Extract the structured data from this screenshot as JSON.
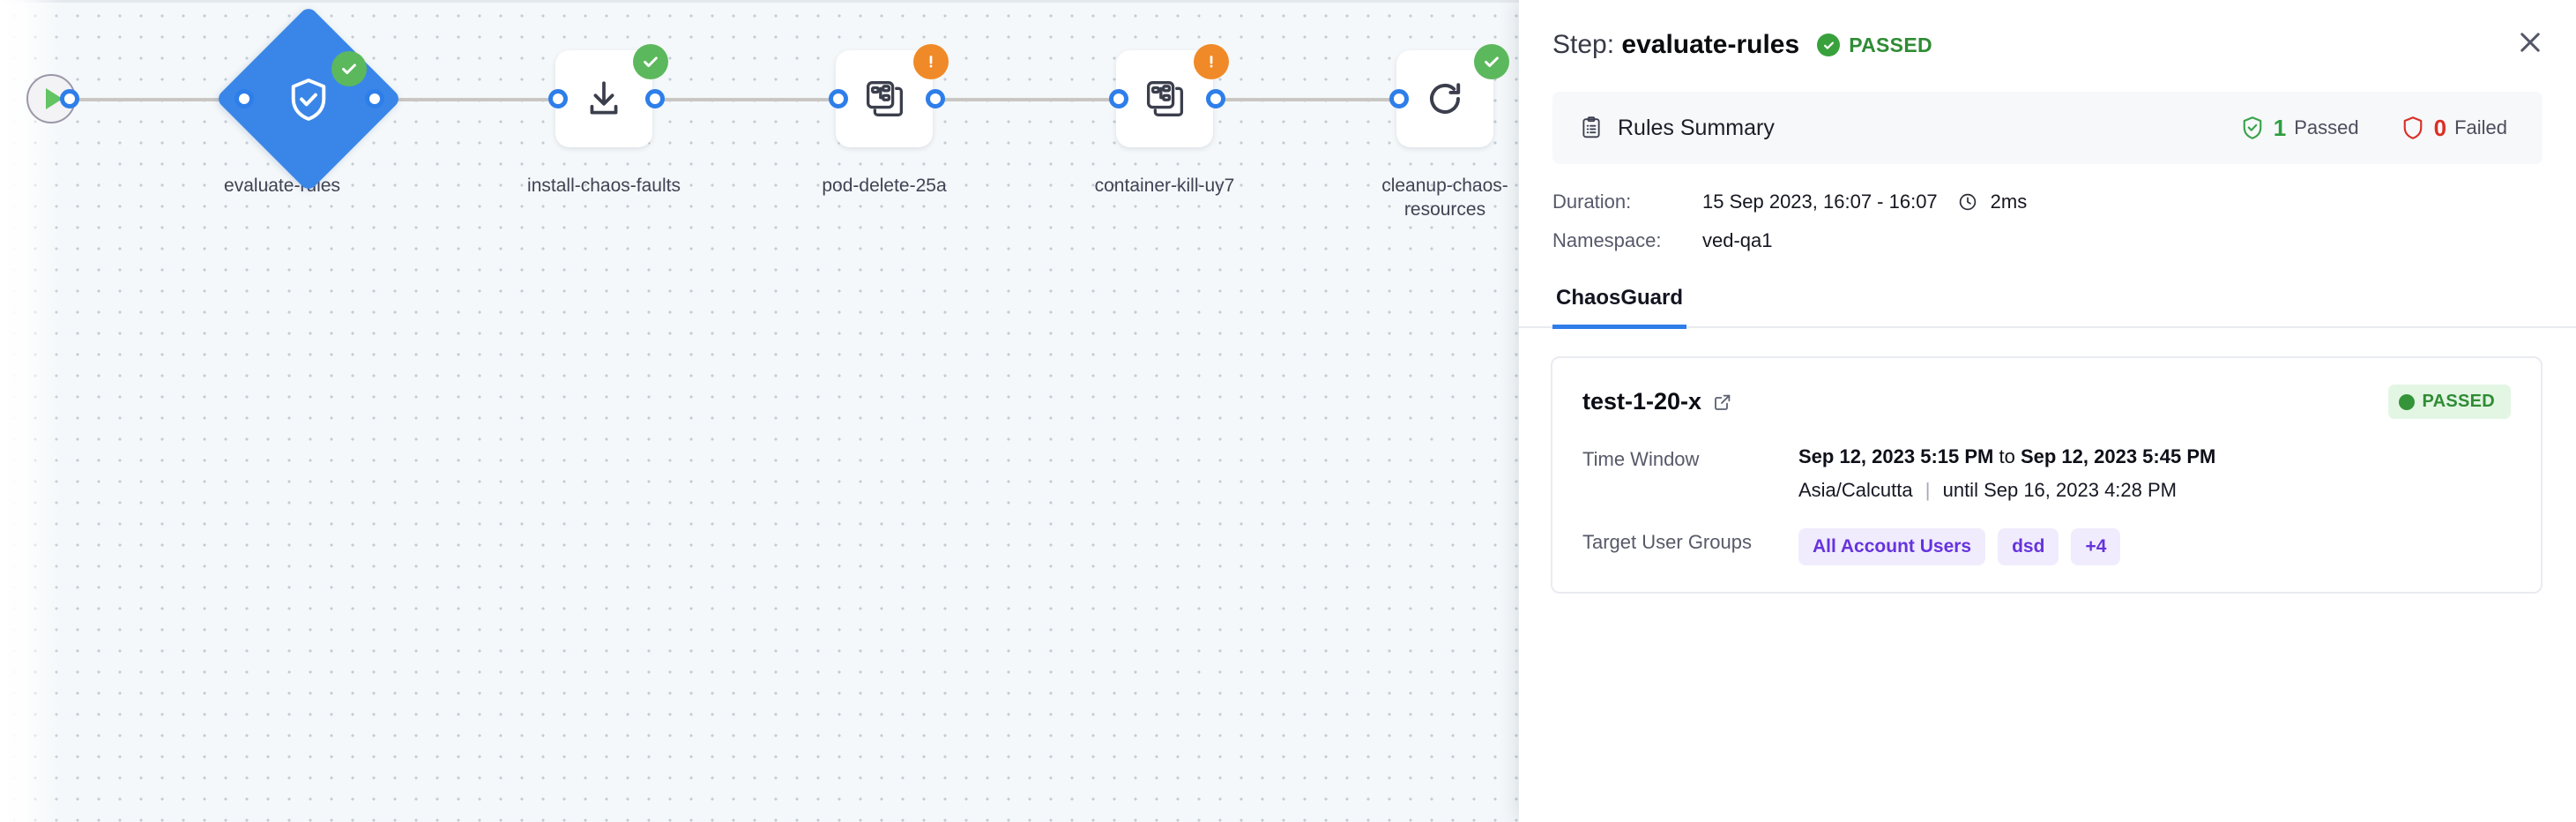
{
  "canvas": {
    "start_node": {
      "icon": "play-icon"
    },
    "nodes": [
      {
        "id": "evaluate-rules",
        "label": "evaluate-rules",
        "shape": "diamond",
        "icon": "shield-check-icon",
        "badge": "success",
        "selected": true
      },
      {
        "id": "install-chaos-faults",
        "label": "install-chaos-faults",
        "shape": "square",
        "icon": "download-icon",
        "badge": "success",
        "selected": false
      },
      {
        "id": "pod-delete-25a",
        "label": "pod-delete-25a",
        "shape": "square",
        "icon": "chaos-fault-icon",
        "badge": "warning",
        "selected": false
      },
      {
        "id": "container-kill-uy7",
        "label": "container-kill-uy7",
        "shape": "square",
        "icon": "chaos-fault-icon",
        "badge": "warning",
        "selected": false
      },
      {
        "id": "cleanup-chaos-resources",
        "label": "cleanup-chaos-resources",
        "shape": "square",
        "icon": "refresh-icon",
        "badge": "success",
        "selected": false
      }
    ]
  },
  "panel": {
    "title_prefix": "Step:",
    "title_name": "evaluate-rules",
    "status": "PASSED",
    "status_color": "#2f8c34",
    "close_icon": "close-icon",
    "rules_summary": {
      "icon": "clipboard-icon",
      "title": "Rules Summary",
      "passed_count": "1",
      "passed_label": "Passed",
      "failed_count": "0",
      "failed_label": "Failed"
    },
    "meta": {
      "duration_key": "Duration:",
      "duration_value": "15 Sep 2023, 16:07 - 16:07",
      "duration_elapsed": "2ms",
      "clock_icon": "clock-icon",
      "namespace_key": "Namespace:",
      "namespace_value": "ved-qa1"
    },
    "tabs": [
      {
        "label": "ChaosGuard",
        "active": true
      }
    ],
    "test_card": {
      "name": "test-1-20-x",
      "external_link_icon": "external-link-icon",
      "badge": "PASSED",
      "badge_bg": "#e3f6e4",
      "badge_fg": "#2f8c34",
      "time_window_key": "Time Window",
      "time_window_start": "Sep 12, 2023 5:15 PM",
      "time_window_to": "to",
      "time_window_end": "Sep 12, 2023 5:45 PM",
      "timezone": "Asia/Calcutta",
      "until_text": "until Sep 16, 2023 4:28 PM",
      "target_groups_key": "Target User Groups",
      "target_groups": [
        "All Account Users",
        "dsd",
        "+4"
      ]
    }
  }
}
